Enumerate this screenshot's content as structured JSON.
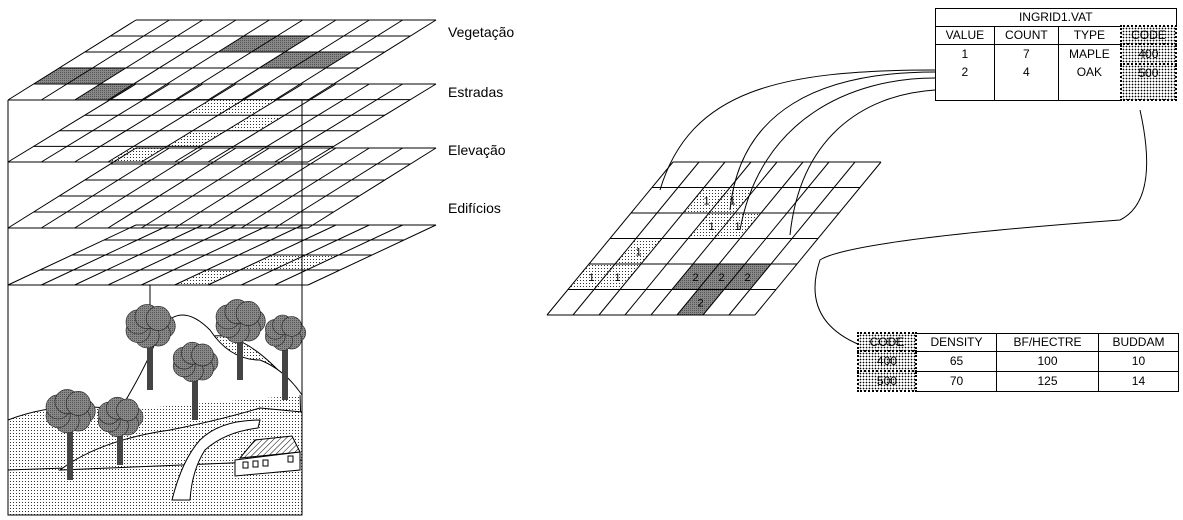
{
  "layer_labels": [
    "Vegetação",
    "Estradas",
    "Elevação",
    "Edifícios"
  ],
  "vat_table": {
    "title": "INGRID1.VAT",
    "headers": [
      "VALUE",
      "COUNT",
      "TYPE",
      "CODE"
    ],
    "rows": [
      [
        "1",
        "7",
        "MAPLE",
        "400"
      ],
      [
        "2",
        "4",
        "OAK",
        "500"
      ]
    ]
  },
  "code_table": {
    "headers": [
      "CODE",
      "DENSITY",
      "BF/HECTRE",
      "BUDDAM"
    ],
    "rows": [
      [
        "400",
        "65",
        "100",
        "10"
      ],
      [
        "500",
        "70",
        "125",
        "14"
      ]
    ]
  },
  "grid_values": {
    "ones": [
      "1",
      "1",
      "1",
      "1",
      "1",
      "1",
      "1"
    ],
    "twos": [
      "2",
      "2",
      "2",
      "2"
    ]
  }
}
